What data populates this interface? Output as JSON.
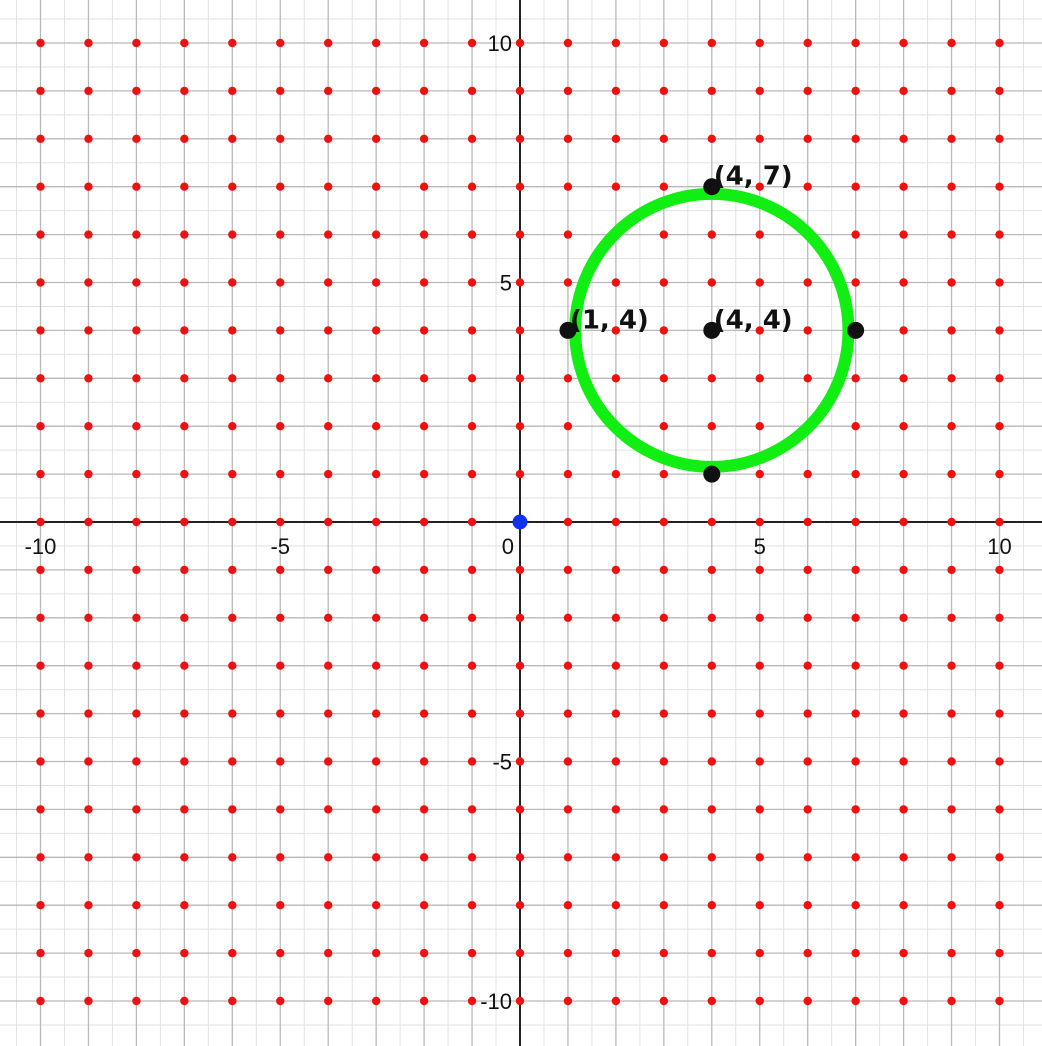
{
  "colors": {
    "minor_grid": "#e2e2e2",
    "major_grid": "#b9b9b9",
    "axis": "#222222",
    "lattice_point": "#ee1111",
    "circle": "#11ee11",
    "marked_point": "#111111",
    "origin_point": "#1133ee"
  },
  "chart_data": {
    "type": "scatter",
    "xlim": [
      -10,
      10
    ],
    "ylim": [
      -10,
      10
    ],
    "grid": true,
    "x_ticks": [
      {
        "value": -10,
        "label": "-10"
      },
      {
        "value": -5,
        "label": "-5"
      },
      {
        "value": 0,
        "label": "0"
      },
      {
        "value": 5,
        "label": "5"
      },
      {
        "value": 10,
        "label": "10"
      }
    ],
    "y_ticks": [
      {
        "value": 10,
        "label": "10"
      },
      {
        "value": 5,
        "label": "5"
      },
      {
        "value": -5,
        "label": "-5"
      },
      {
        "value": -10,
        "label": "-10"
      }
    ],
    "lattice": {
      "from": -10,
      "to": 10,
      "step": 1
    },
    "circle": {
      "center": [
        4,
        4
      ],
      "radius": 2.85
    },
    "marked_points": [
      {
        "x": 4,
        "y": 7,
        "label": "(4, 7)"
      },
      {
        "x": 1,
        "y": 4,
        "label": "(1, 4)"
      },
      {
        "x": 4,
        "y": 4,
        "label": "(4, 4)"
      },
      {
        "x": 7,
        "y": 4,
        "label": ""
      },
      {
        "x": 4,
        "y": 1,
        "label": ""
      }
    ],
    "highlighted_point": {
      "x": 0,
      "y": 0
    }
  }
}
